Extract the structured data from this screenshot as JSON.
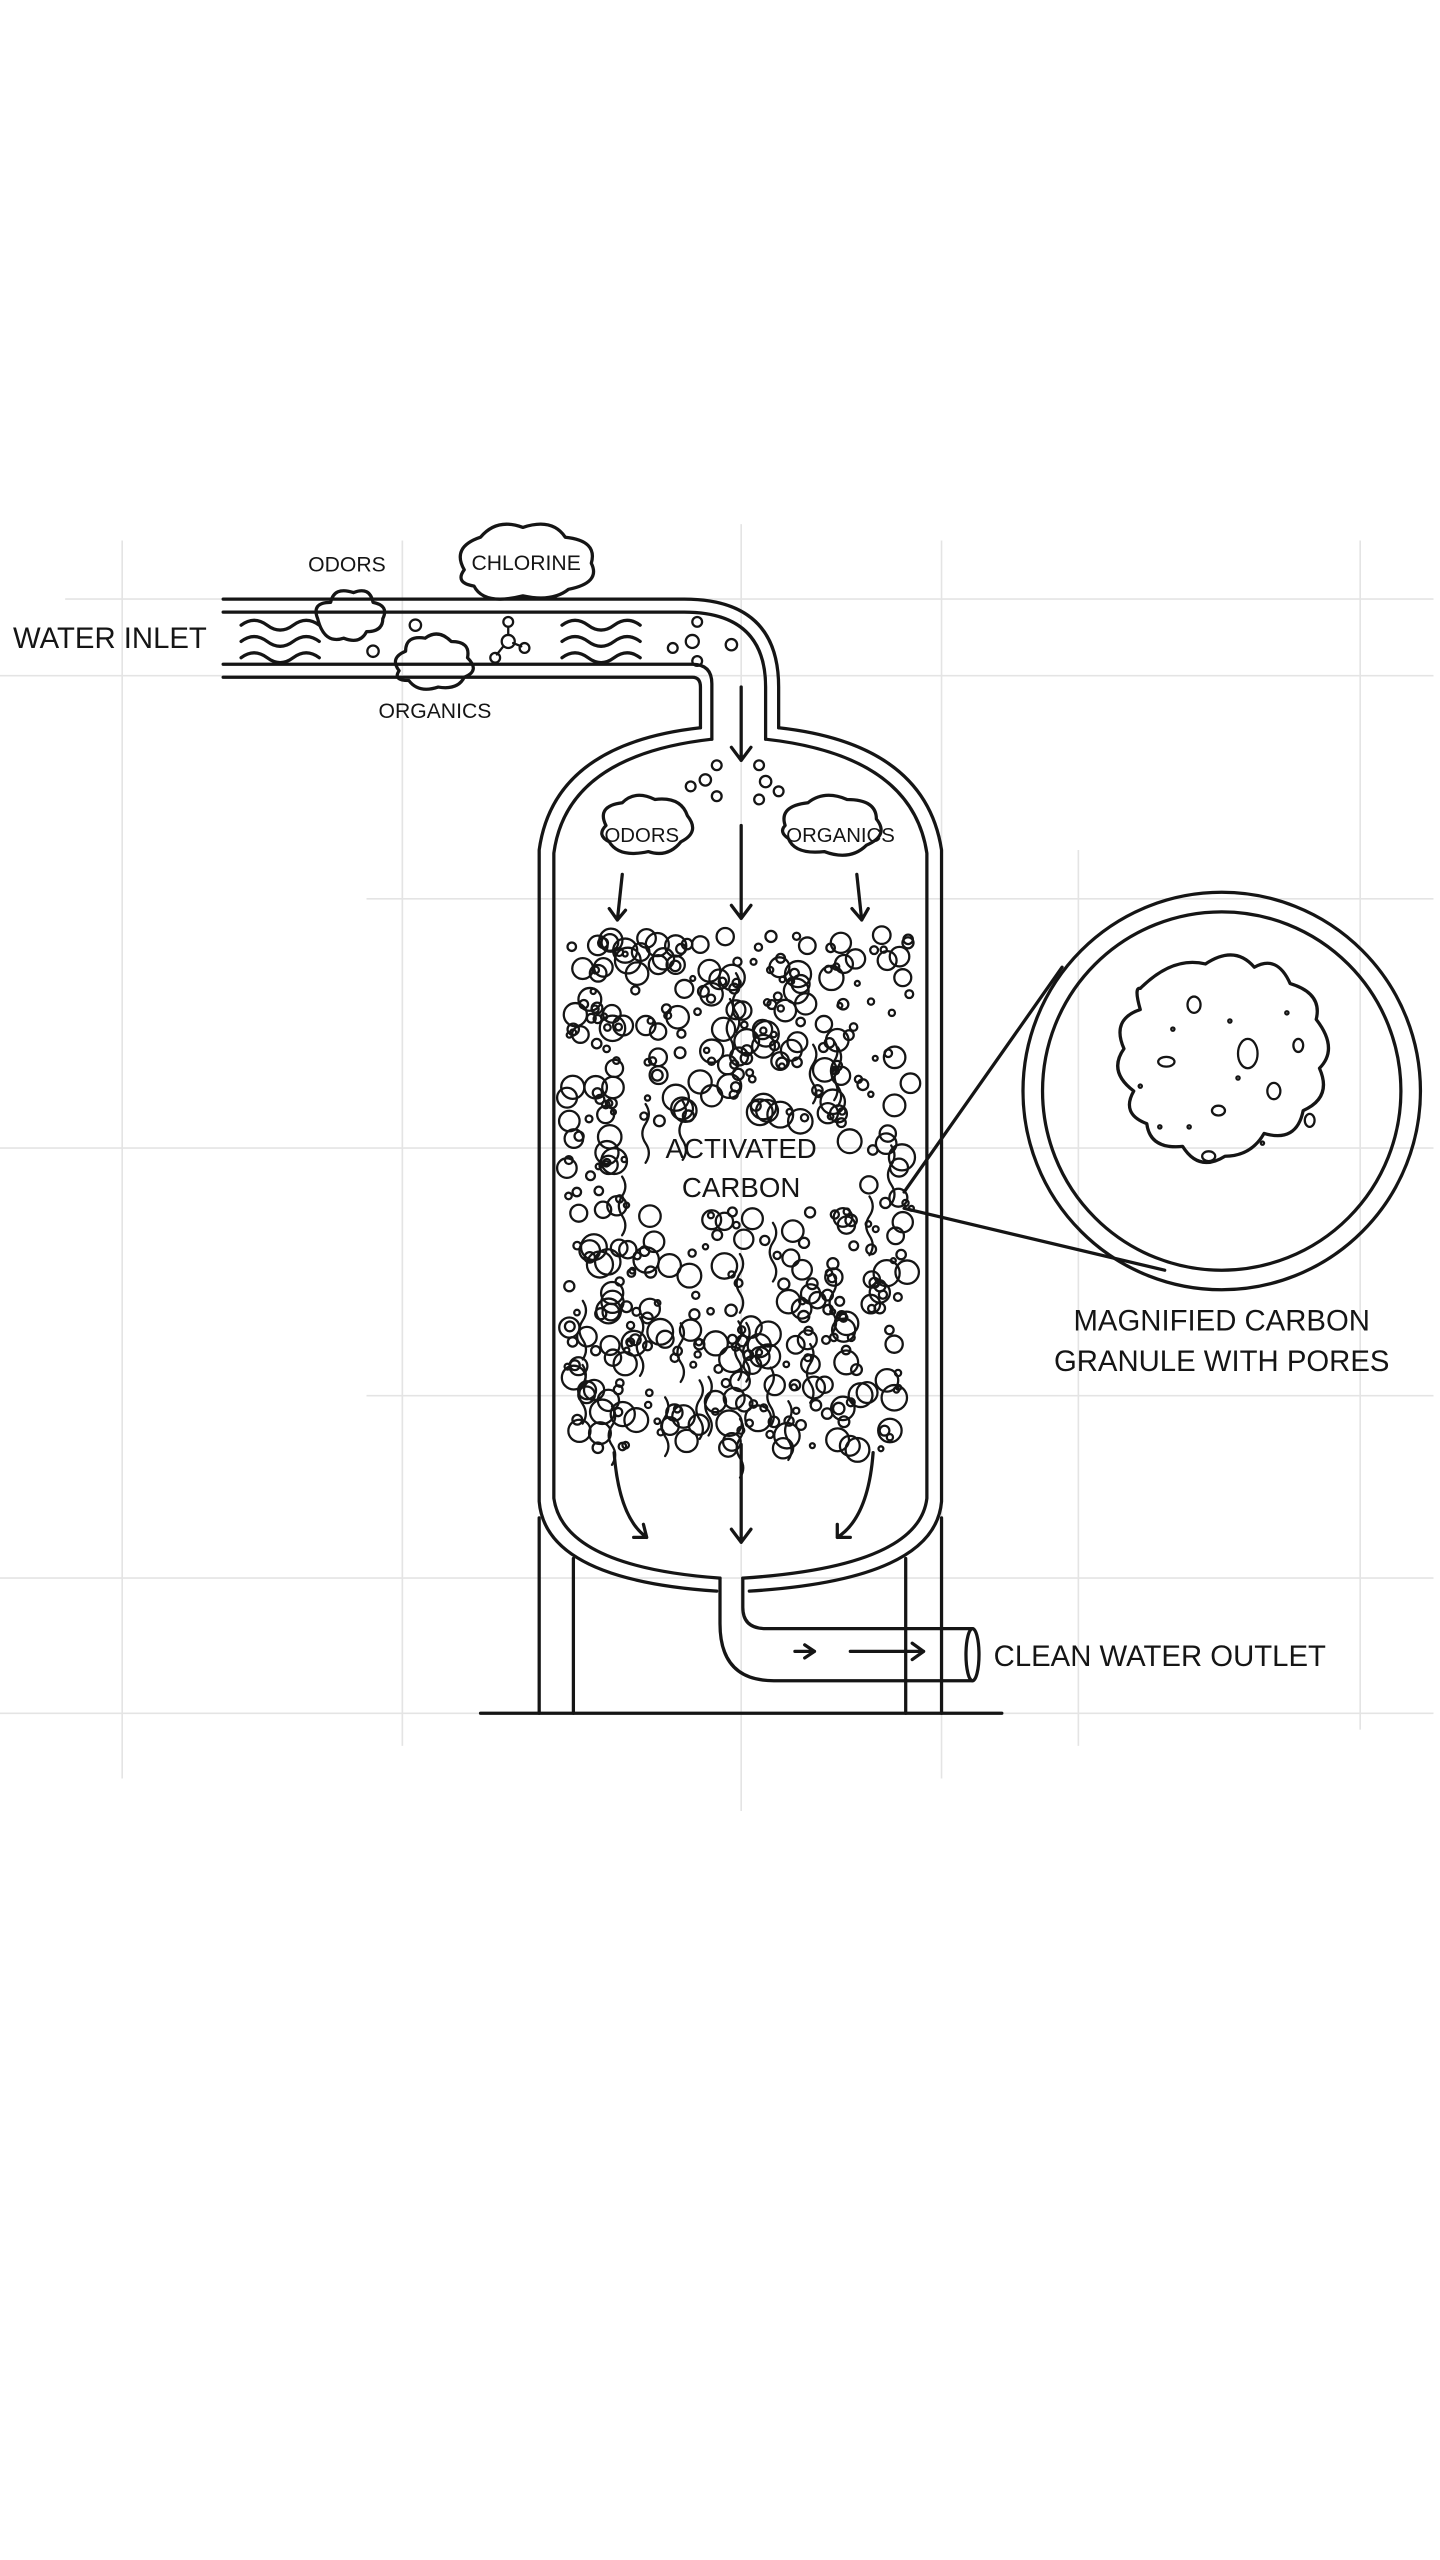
{
  "labels": {
    "water_inlet": "WATER INLET",
    "odors_pipe": "ODORS",
    "chlorine": "CHLORINE",
    "organics_pipe": "ORGANICS",
    "odors_tank": "ODORS",
    "organics_tank": "ORGANICS",
    "activated_carbon_line1": "ACTIVATED",
    "activated_carbon_line2": "CARBON",
    "magnified_line1": "MAGNIFIED CARBON",
    "magnified_line2": "GRANULE WITH PORES",
    "clean_water_outlet": "CLEAN WATER OUTLET"
  },
  "colors": {
    "line": "#151515",
    "grid": "#e4e4e4",
    "background": "#ffffff"
  }
}
